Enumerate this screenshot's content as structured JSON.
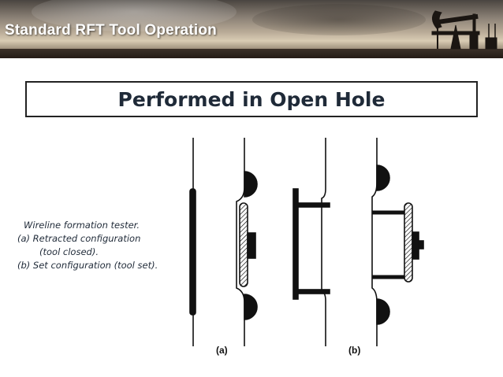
{
  "header": {
    "title": "Standard RFT Tool Operation"
  },
  "slide": {
    "heading": "Performed in Open Hole",
    "caption": {
      "line1": "Wireline formation tester.",
      "line2": "(a)  Retracted configuration",
      "line3": "(tool closed).",
      "line4": "(b) Set configuration (tool set)."
    },
    "figure": {
      "label_a": "(a)",
      "label_b": "(b)"
    }
  }
}
